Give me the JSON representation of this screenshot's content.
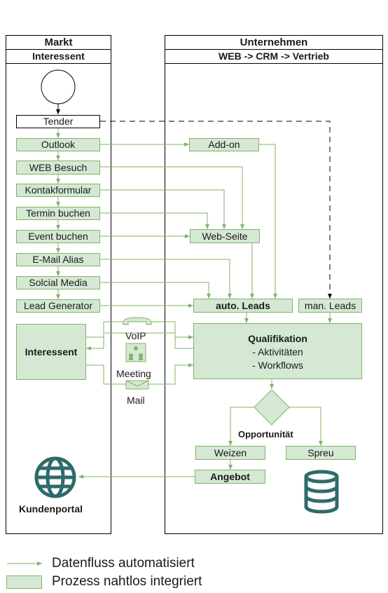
{
  "lanes": {
    "markt": {
      "title": "Markt",
      "subtitle": "Interessent"
    },
    "unternehmen": {
      "title": "Unternehmen",
      "subtitle": "WEB -> CRM -> Vertrieb"
    }
  },
  "nodes": {
    "tender": "Tender",
    "outlook": "Outlook",
    "web_besuch": "WEB Besuch",
    "kontaktformular": "Kontakformular",
    "termin_buchen": "Termin buchen",
    "event_buchen": "Event buchen",
    "email_alias": "E-Mail Alias",
    "social_media": "Solcial Media",
    "lead_generator": "Lead Generator",
    "addon": "Add-on",
    "webseite": "Web-Seite",
    "auto_leads": "auto. Leads",
    "man_leads": "man. Leads",
    "interessent": "Interessent",
    "qualifikation_title": "Qualifikation",
    "qualifikation_line1": "- Aktivitäten",
    "qualifikation_line2": "- Workflows",
    "opportunitaet": "Opportunität",
    "weizen": "Weizen",
    "spreu": "Spreu",
    "angebot": "Angebot",
    "kundenportal": "Kundenportal"
  },
  "channels": {
    "voip": "VoIP",
    "meeting": "Meeting",
    "mail": "Mail"
  },
  "legend": {
    "arrow_label": "Datenfluss automatisiert",
    "box_label": "Prozess nahtlos integriert"
  },
  "colors": {
    "fill": "#d5e8d4",
    "stroke": "#82b366",
    "icon": "#2f6b6b"
  },
  "icons": [
    "globe-icon",
    "database-icon",
    "phone-icon",
    "meeting-icon",
    "mail-icon"
  ]
}
